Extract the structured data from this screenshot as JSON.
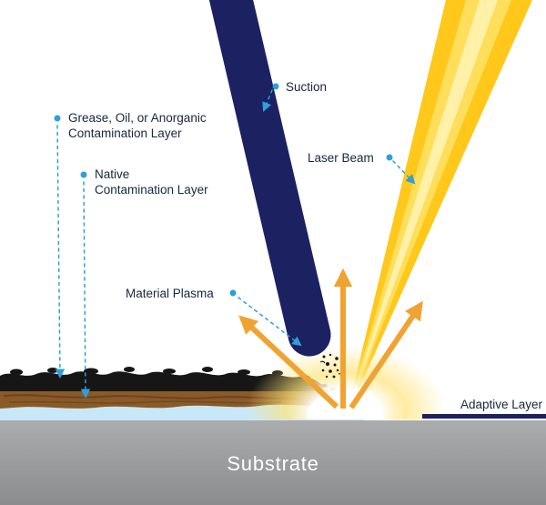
{
  "title": "Laser cleaning process diagram",
  "labels": {
    "grease_line1": "Grease, Oil, or Anorganic",
    "grease_line2": "Contamination Layer",
    "native_line1": "Native",
    "native_line2": "Contamination Layer",
    "suction": "Suction",
    "laser_beam": "Laser Beam",
    "material_plasma": "Material Plasma",
    "adaptive_layer": "Adaptive Layer",
    "substrate": "Substrate"
  },
  "colors": {
    "leader_blue": "#2E9FD8",
    "suction_tube_navy": "#1B2161",
    "laser_yellow": "#FFC81A",
    "laser_yellow_mid": "#FFDE5C",
    "laser_yellow_core": "#FFF3B0",
    "arrow_orange": "#F0A331",
    "contamination_black": "#161616",
    "native_brown": "#8A5A28",
    "adaptive_light_blue": "#C9E8F7",
    "substrate_gray": "#98999B",
    "label_text": "#16273E",
    "substrate_text": "#FFFFFF"
  }
}
